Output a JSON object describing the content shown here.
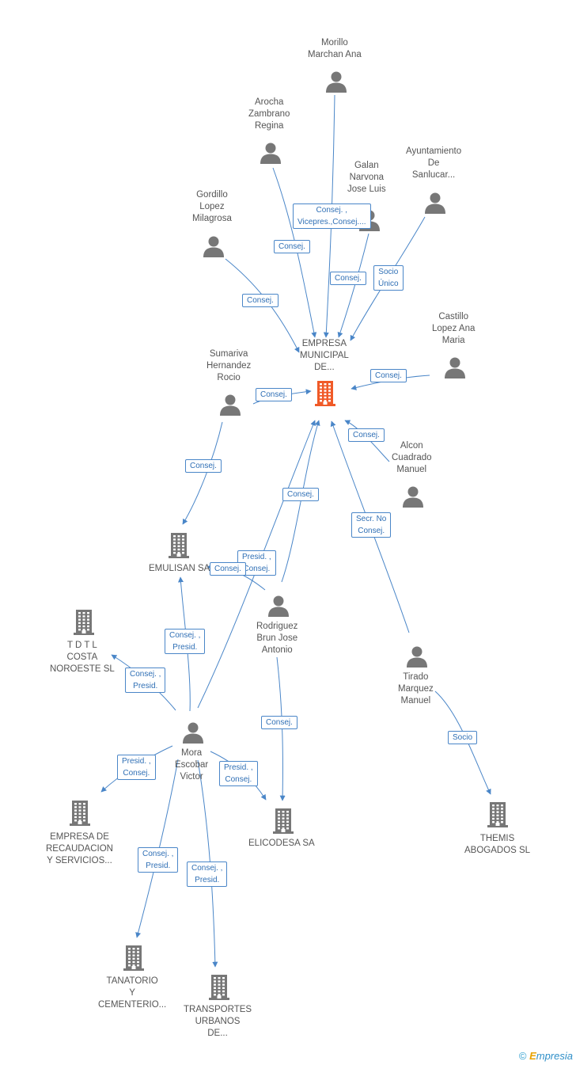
{
  "colors": {
    "edge": "#4a86c8",
    "person": "#777777",
    "company": "#777777",
    "focus": "#f05a28"
  },
  "nodes": [
    {
      "id": "empresa_municipal",
      "type": "company",
      "focus": true,
      "label": "EMPRESA\nMUNICIPAL\nDE..."
    },
    {
      "id": "morillo",
      "type": "person",
      "label": "Morillo\nMarchan Ana"
    },
    {
      "id": "arocha",
      "type": "person",
      "label": "Arocha\nZambrano\nRegina"
    },
    {
      "id": "galan",
      "type": "person",
      "label": "Galan\nNarvona\nJose Luis"
    },
    {
      "id": "ayuntamiento",
      "type": "person",
      "label": "Ayuntamiento\nDe\nSanlucar..."
    },
    {
      "id": "gordillo",
      "type": "person",
      "label": "Gordillo\nLopez\nMilagrosa"
    },
    {
      "id": "castillo",
      "type": "person",
      "label": "Castillo\nLopez Ana\nMaria"
    },
    {
      "id": "sumariva",
      "type": "person",
      "label": "Sumariva\nHernandez\nRocio"
    },
    {
      "id": "alcon",
      "type": "person",
      "label": "Alcon\nCuadrado\nManuel"
    },
    {
      "id": "emulisan",
      "type": "company",
      "label": "EMULISAN SA"
    },
    {
      "id": "rodriguez",
      "type": "person",
      "label": "Rodriguez\nBrun Jose\nAntonio"
    },
    {
      "id": "tdtl",
      "type": "company",
      "label": "T D T L\nCOSTA\nNOROESTE SL"
    },
    {
      "id": "tirado",
      "type": "person",
      "label": "Tirado\nMarquez\nManuel"
    },
    {
      "id": "mora",
      "type": "person",
      "label": "Mora\nEscobar\nVictor"
    },
    {
      "id": "recaudacion",
      "type": "company",
      "label": "EMPRESA DE\nRECAUDACION\nY SERVICIOS..."
    },
    {
      "id": "elicodesa",
      "type": "company",
      "label": "ELICODESA SA"
    },
    {
      "id": "themis",
      "type": "company",
      "label": "THEMIS\nABOGADOS SL"
    },
    {
      "id": "tanatorio",
      "type": "company",
      "label": "TANATORIO\nY\nCEMENTERIO..."
    },
    {
      "id": "transportes",
      "type": "company",
      "label": "TRANSPORTES\nURBANOS\nDE..."
    }
  ],
  "edges": [
    {
      "from": "morillo",
      "to": "empresa_municipal",
      "label": "Consej. ,\nVicepres.,Consej...."
    },
    {
      "from": "arocha",
      "to": "empresa_municipal",
      "label": "Consej."
    },
    {
      "from": "galan",
      "to": "empresa_municipal",
      "label": "Consej."
    },
    {
      "from": "ayuntamiento",
      "to": "empresa_municipal",
      "label": "Socio\nÚnico"
    },
    {
      "from": "gordillo",
      "to": "empresa_municipal",
      "label": "Consej."
    },
    {
      "from": "castillo",
      "to": "empresa_municipal",
      "label": "Consej."
    },
    {
      "from": "sumariva",
      "to": "empresa_municipal",
      "label": "Consej."
    },
    {
      "from": "alcon",
      "to": "empresa_municipal",
      "label": "Consej."
    },
    {
      "from": "sumariva",
      "to": "emulisan",
      "label": "Consej."
    },
    {
      "from": "rodriguez",
      "to": "empresa_municipal",
      "label": "Consej."
    },
    {
      "from": "rodriguez",
      "to": "emulisan",
      "label": "Presid. ,\nConsej."
    },
    {
      "from": "tirado",
      "to": "empresa_municipal",
      "label": "Secr. No\nConsej."
    },
    {
      "from": "mora",
      "to": "empresa_municipal",
      "label": "Consej."
    },
    {
      "from": "mora",
      "to": "emulisan",
      "label": "Consej. ,\nPresid."
    },
    {
      "from": "mora",
      "to": "tdtl",
      "label": "Consej. ,\nPresid."
    },
    {
      "from": "mora",
      "to": "recaudacion",
      "label": "Presid. ,\nConsej."
    },
    {
      "from": "mora",
      "to": "elicodesa",
      "label": "Presid. ,\nConsej."
    },
    {
      "from": "rodriguez",
      "to": "elicodesa",
      "label": "Consej."
    },
    {
      "from": "tirado",
      "to": "themis",
      "label": "Socio"
    },
    {
      "from": "mora",
      "to": "tanatorio",
      "label": "Consej. ,\nPresid."
    },
    {
      "from": "mora",
      "to": "transportes",
      "label": "Consej. ,\nPresid."
    }
  ],
  "copyright": {
    "symbol": "©",
    "brand_initial": "E",
    "brand_rest": "mpresia"
  }
}
